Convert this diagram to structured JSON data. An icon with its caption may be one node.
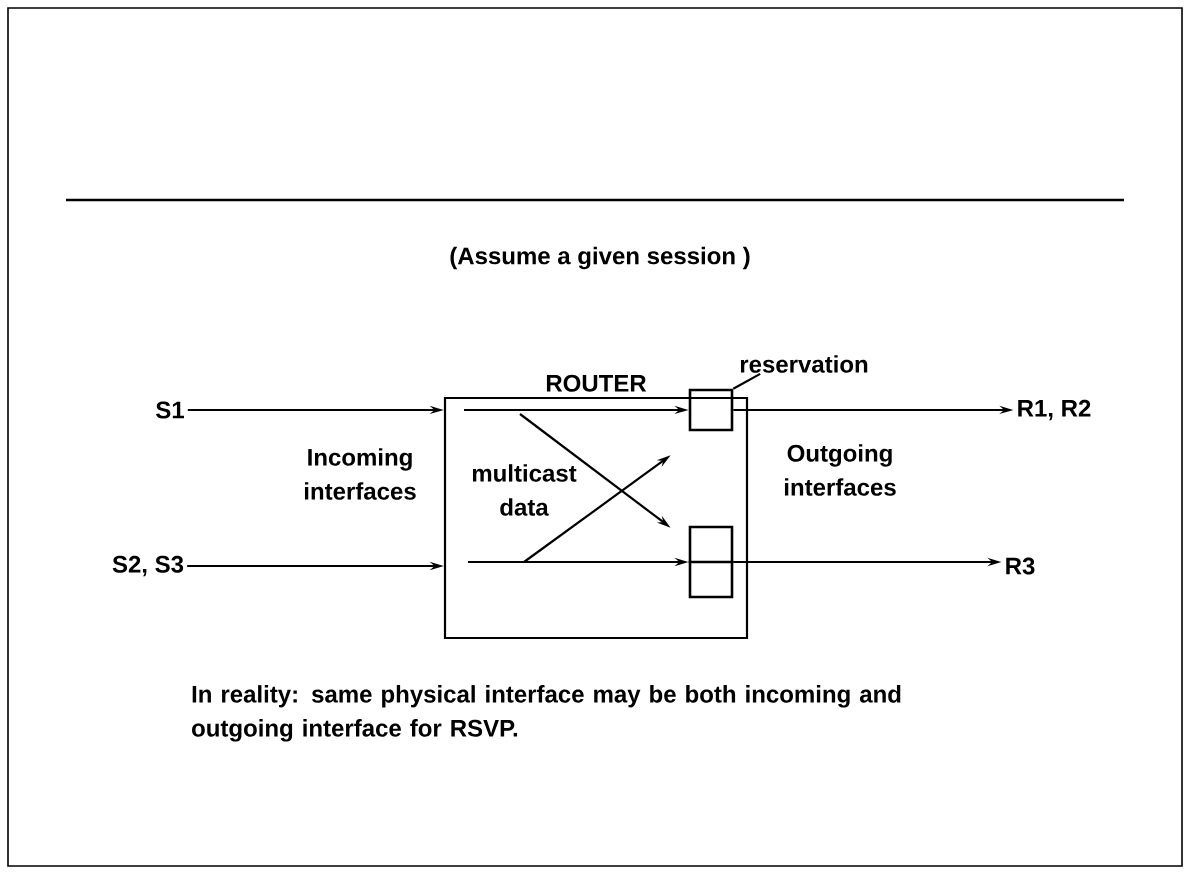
{
  "diagram": {
    "title": "(Assume a given session )",
    "caption": "In reality: same physical interface may be both incoming and outgoing interface for RSVP.",
    "nodes": [
      {
        "text": [
          "ROUTER"
        ]
      },
      {
        "text": [
          "S1"
        ]
      },
      {
        "text": [
          "S2, S3"
        ]
      },
      {
        "text": [
          "R1, R2"
        ]
      },
      {
        "text": [
          "R3"
        ]
      },
      {
        "text": [],
        "shape": "box",
        "in": 0
      },
      {
        "text": [],
        "shape": "box",
        "in": 0
      },
      {
        "text": [
          "reservation"
        ]
      }
    ],
    "edges": [
      {
        "from": 1,
        "to": 0,
        "arrow": "to"
      },
      {
        "from": 2,
        "to": 0,
        "arrow": "to"
      },
      {
        "from": null,
        "to": 5,
        "arrow": "to"
      },
      {
        "from": null,
        "to": 6,
        "arrow": "to"
      },
      {
        "from": null,
        "to": 6,
        "arrow": "to"
      },
      {
        "from": null,
        "to": 5,
        "arrow": "to"
      },
      {
        "from": 5,
        "to": 3,
        "arrow": "to"
      },
      {
        "from": 6,
        "to": 4,
        "arrow": "to"
      },
      {
        "from": 7,
        "to": 5,
        "arrow": "none"
      }
    ],
    "labels": [
      "Incoming interfaces",
      "multicast data",
      "Outgoing interfaces"
    ]
  }
}
